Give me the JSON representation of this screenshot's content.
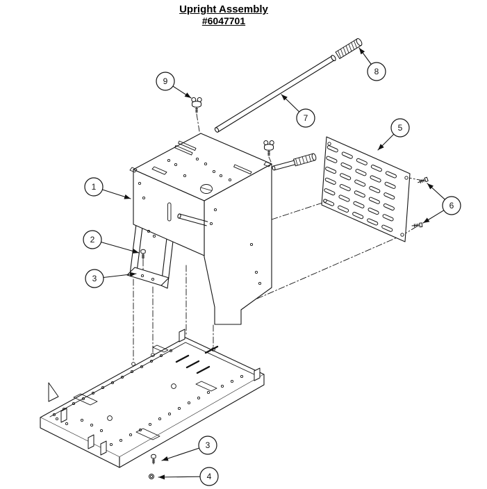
{
  "title": {
    "line1": "Upright Assembly",
    "line2": "#6047701"
  },
  "callouts": [
    {
      "number": "1"
    },
    {
      "number": "2"
    },
    {
      "number": "3"
    },
    {
      "number": "3"
    },
    {
      "number": "4"
    },
    {
      "number": "5"
    },
    {
      "number": "6"
    },
    {
      "number": "7"
    },
    {
      "number": "8"
    },
    {
      "number": "9"
    }
  ],
  "colors": {
    "line": "#111111",
    "background": "#ffffff"
  }
}
